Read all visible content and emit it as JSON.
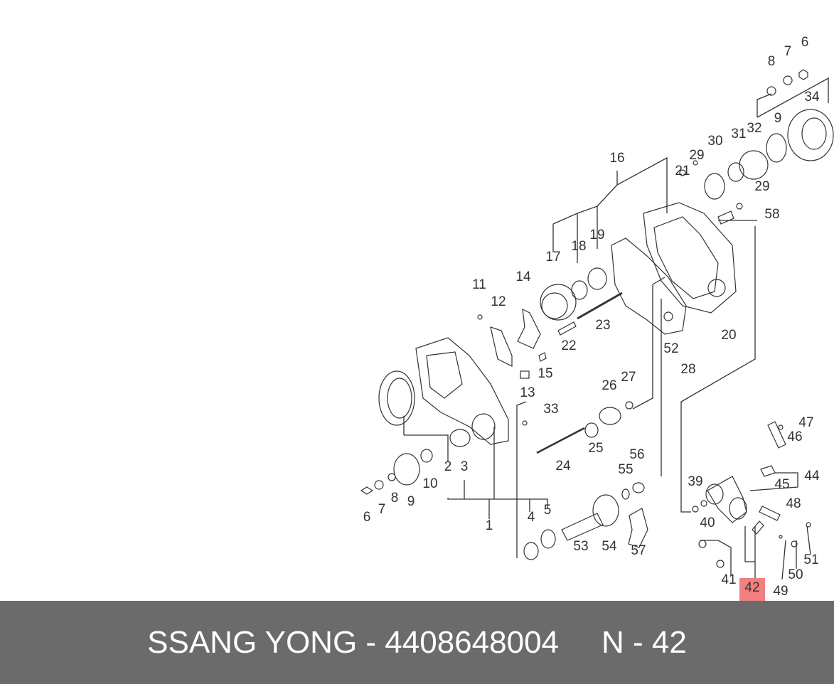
{
  "highlight_color": "#f28080",
  "highlighted_part": "42",
  "callouts": [
    "1",
    "2",
    "3",
    "4",
    "5",
    "6",
    "7",
    "8",
    "9",
    "10",
    "11",
    "12",
    "13",
    "14",
    "15",
    "16",
    "17",
    "18",
    "19",
    "20",
    "21",
    "22",
    "23",
    "24",
    "25",
    "26",
    "27",
    "28",
    "29",
    "29",
    "30",
    "31",
    "32",
    "33",
    "34",
    "6",
    "7",
    "8",
    "9",
    "39",
    "40",
    "41",
    "42",
    "44",
    "45",
    "46",
    "47",
    "48",
    "49",
    "50",
    "51",
    "52",
    "53",
    "54",
    "55",
    "56",
    "57",
    "58"
  ],
  "footer": {
    "brand": "SSANG YONG",
    "separator": " - ",
    "part_number": "4408648004",
    "position_label": "N - 42"
  }
}
